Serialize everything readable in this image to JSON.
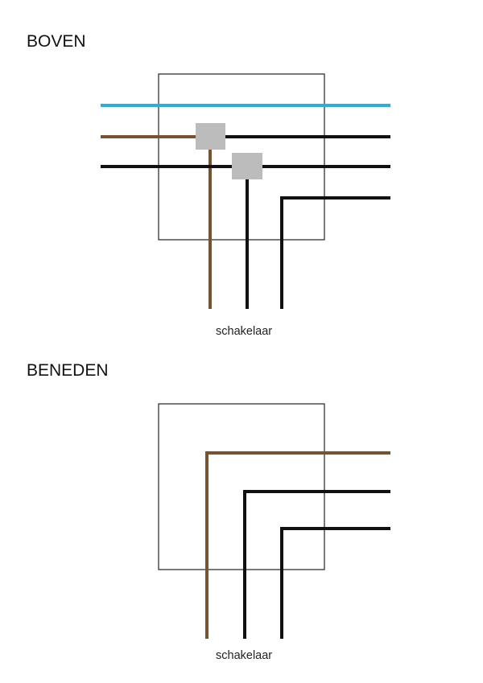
{
  "colors": {
    "blue_wire": "#29aee3",
    "brown_wire": "#7a5230",
    "black_wire": "#111111",
    "connector": "#bcbcbd",
    "box_outline": "#222222"
  },
  "top": {
    "heading": "BOVEN",
    "switch_label": "schakelaar"
  },
  "bottom": {
    "heading": "BENEDEN",
    "switch_label": "schakelaar"
  }
}
